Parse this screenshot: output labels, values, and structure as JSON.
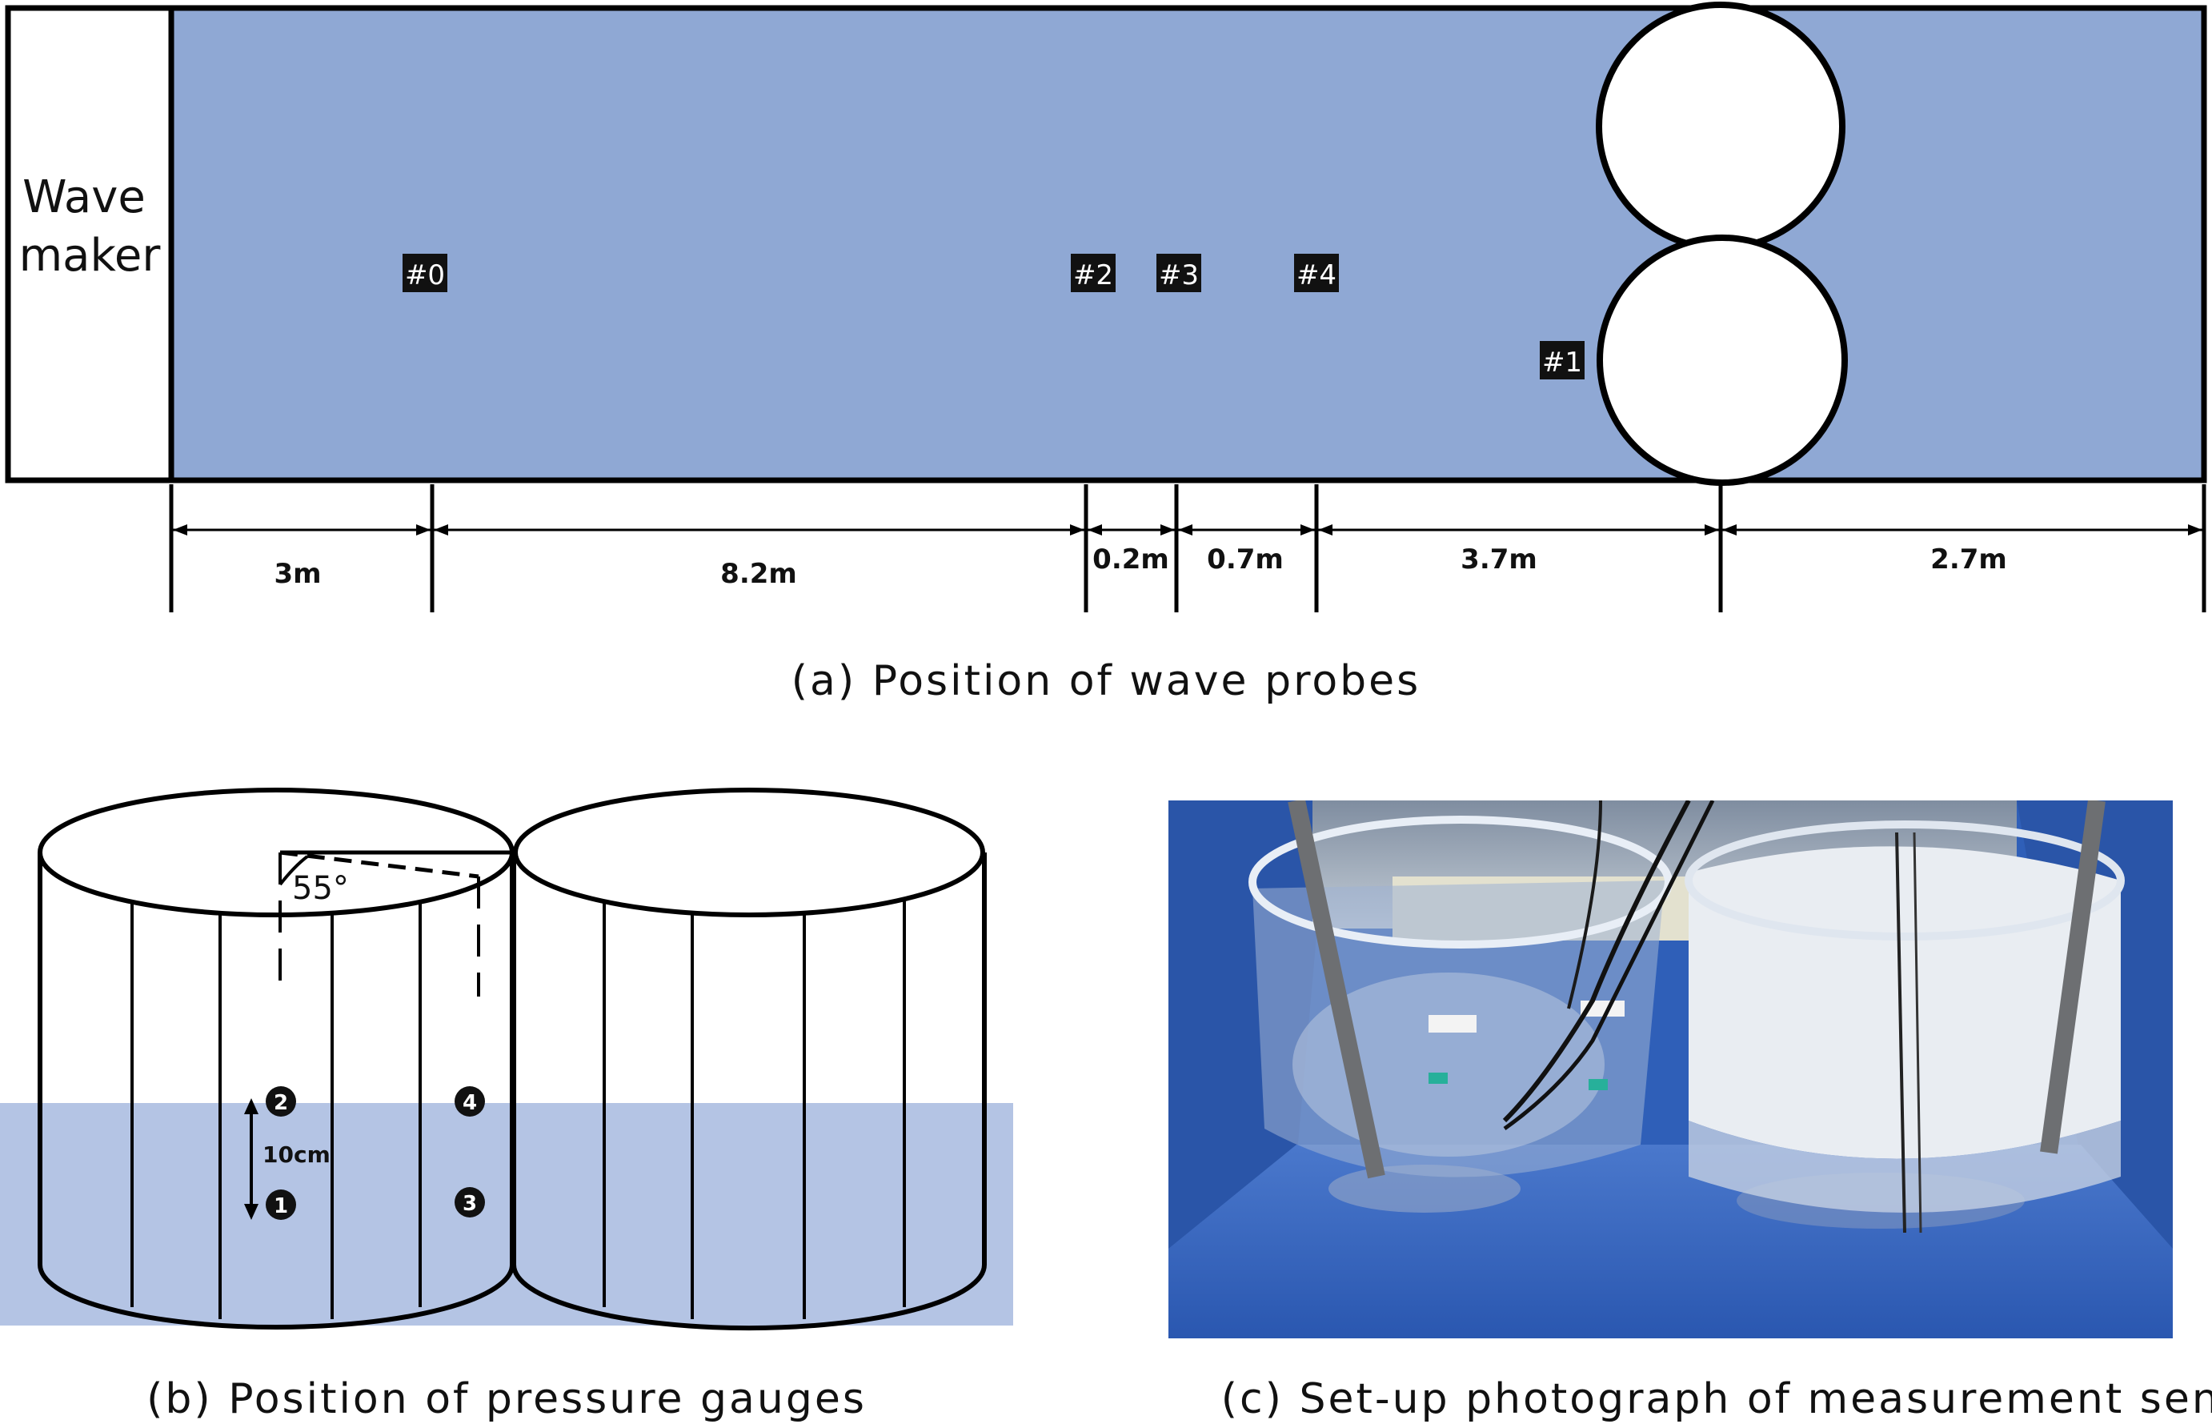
{
  "panel_a": {
    "wave_maker_line1": "Wave",
    "wave_maker_line2": "maker",
    "probes": [
      "#0",
      "#1",
      "#2",
      "#3",
      "#4"
    ],
    "distances": [
      "3m",
      "8.2m",
      "0.2m",
      "0.7m",
      "3.7m",
      "2.7m"
    ],
    "caption": "(a) Position of wave probes",
    "colors": {
      "water": "#8fa8d4",
      "outline": "#000000",
      "probe_bg": "#111111"
    }
  },
  "panel_b": {
    "angle_label": "55°",
    "gauges": [
      "2",
      "1",
      "4",
      "3"
    ],
    "spacing_label": "10cm",
    "caption": "(b) Position of pressure gauges",
    "colors": {
      "water": "#b4c4e4"
    }
  },
  "panel_c": {
    "caption": "(c) Set-up photograph of measurement sensors",
    "colors": {
      "tank_blue": "#2f5fb8",
      "wall_grey": "#9aa6b4",
      "floor": "#3a66c0"
    }
  }
}
